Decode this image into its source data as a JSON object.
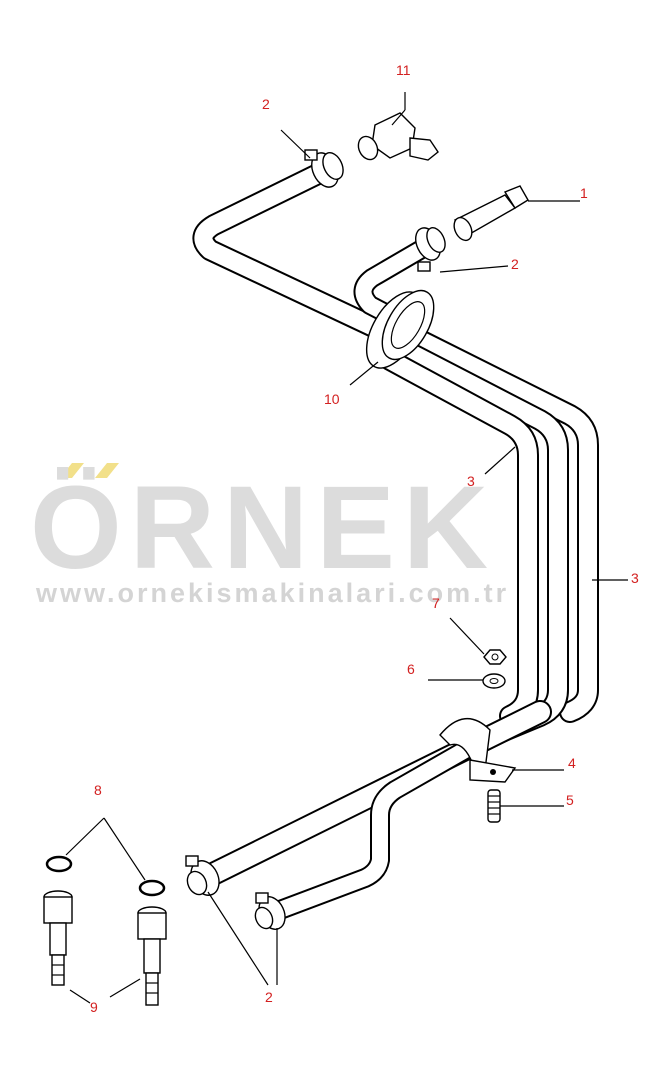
{
  "watermark": {
    "brand": "ÖRNEK",
    "url": "www.ornekismakinalari.com.tr",
    "accent_color": "#f2e08a"
  },
  "callouts": [
    {
      "id": "c1",
      "label": "1"
    },
    {
      "id": "c2a",
      "label": "2"
    },
    {
      "id": "c2b",
      "label": "2"
    },
    {
      "id": "c2c",
      "label": "2"
    },
    {
      "id": "c3a",
      "label": "3"
    },
    {
      "id": "c3b",
      "label": "3"
    },
    {
      "id": "c4",
      "label": "4"
    },
    {
      "id": "c5",
      "label": "5"
    },
    {
      "id": "c6",
      "label": "6"
    },
    {
      "id": "c7",
      "label": "7"
    },
    {
      "id": "c8",
      "label": "8"
    },
    {
      "id": "c9",
      "label": "9"
    },
    {
      "id": "c10",
      "label": "10"
    },
    {
      "id": "c11",
      "label": "11"
    }
  ]
}
